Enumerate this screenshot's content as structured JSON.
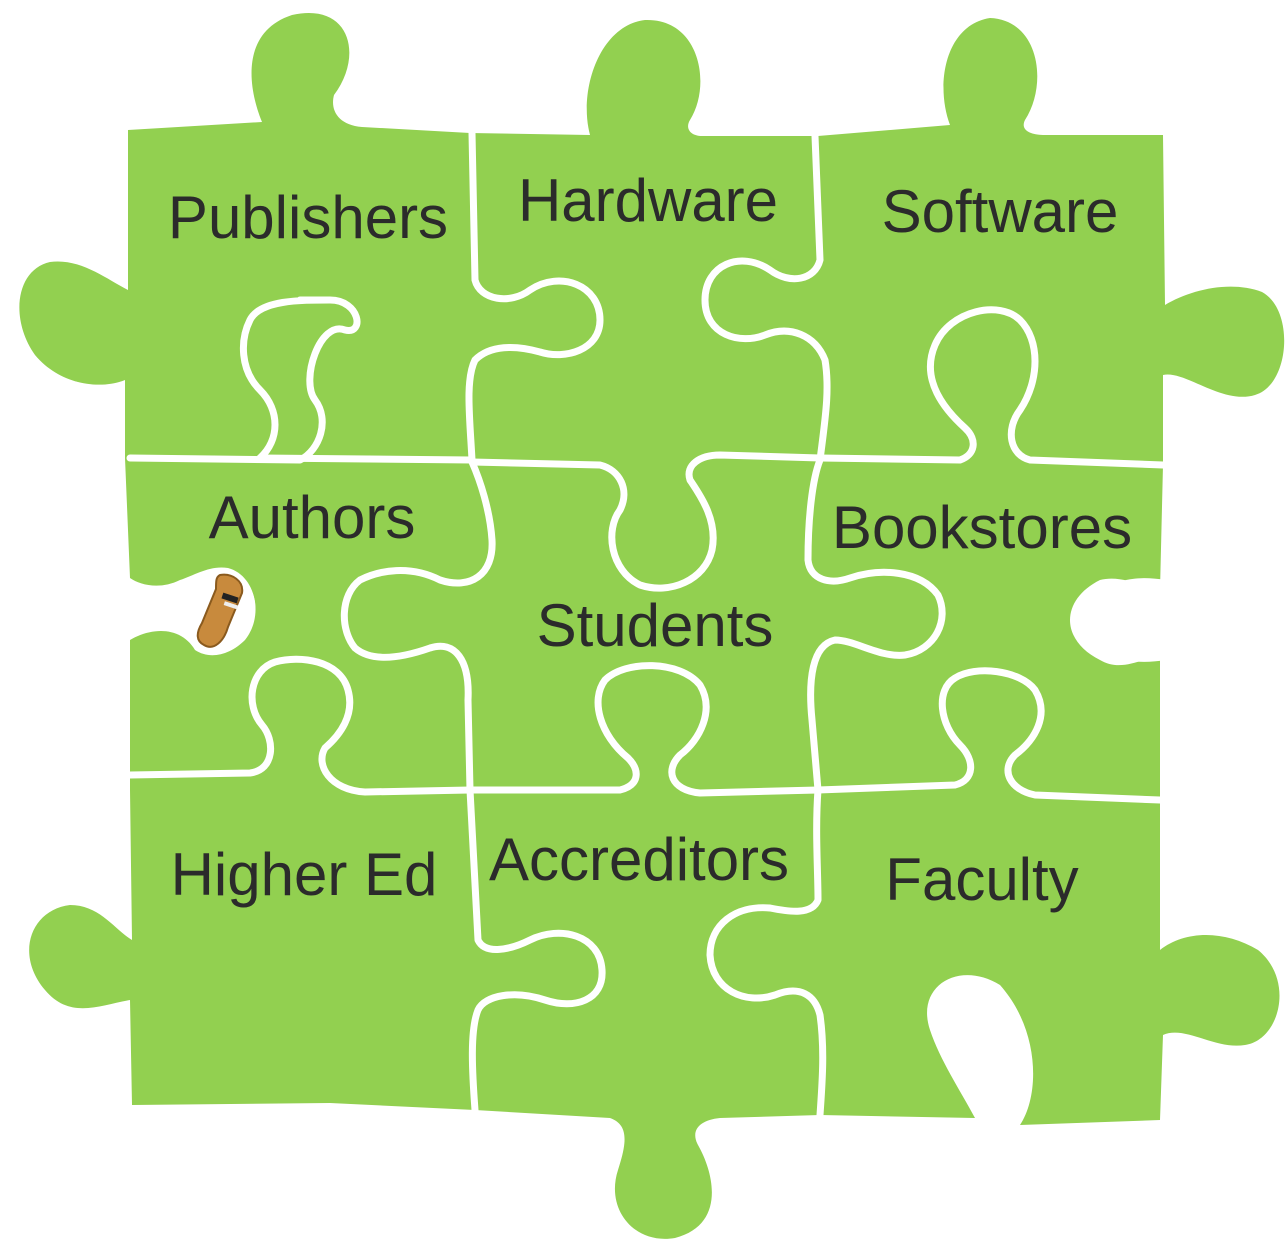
{
  "diagram": {
    "colors": {
      "piece": "#92d050",
      "seam": "#ffffff",
      "text": "#2b2b2b",
      "background": "#ffffff"
    },
    "pieces": [
      {
        "id": "publishers",
        "label": "Publishers"
      },
      {
        "id": "hardware",
        "label": "Hardware"
      },
      {
        "id": "software",
        "label": "Software"
      },
      {
        "id": "authors",
        "label": "Authors"
      },
      {
        "id": "students",
        "label": "Students"
      },
      {
        "id": "bookstores",
        "label": "Bookstores"
      },
      {
        "id": "higher-ed",
        "label": "Higher Ed"
      },
      {
        "id": "accreditors",
        "label": "Accreditors"
      },
      {
        "id": "faculty",
        "label": "Faculty"
      }
    ],
    "decoration": {
      "icon": "arm-icon"
    }
  }
}
